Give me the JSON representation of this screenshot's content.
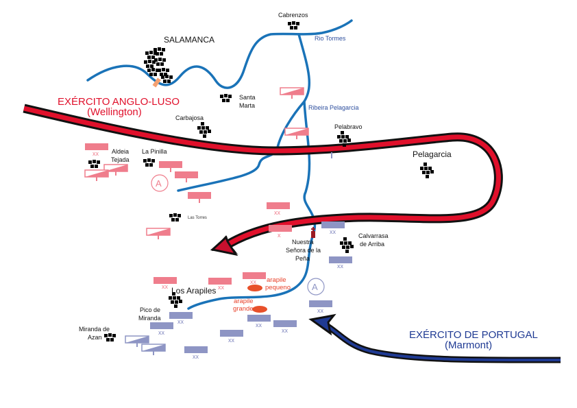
{
  "map": {
    "city": "SALAMANCA",
    "towns": {
      "cabrenzos": "Cabrenzos",
      "santa_marta_1": "Santa",
      "santa_marta_2": "Marta",
      "carbajosa": "Carbajosa",
      "pelabravo": "Pelabravo",
      "pelagarcia": "Pelagarcia",
      "aldeia_tejada_1": "Aldeia",
      "aldeia_tejada_2": "Tejada",
      "la_pinilla": "La Pinilla",
      "las_torres": "Las Torres",
      "nuestra_1": "Nuestra",
      "nuestra_2": "Señora de la",
      "nuestra_3": "Peña",
      "calvarrasa_1": "Calvarrasa",
      "calvarrasa_2": "de Arriba",
      "los_arapiles": "Los Arapiles",
      "pico_1": "Pico de",
      "pico_2": "Miranda",
      "miranda_1": "Miranda de",
      "miranda_2": "Azan"
    },
    "rivers": {
      "tormes": "Rio Tormes",
      "pelagarcia": "Ribeira Pelagarcia"
    },
    "hills": {
      "pequeno_1": "arapile",
      "pequeno_2": "pequeno",
      "grande_1": "arapile",
      "grande_2": "grande"
    },
    "armies": {
      "anglo_1": "EXÉRCITO ANGLO-LUSO",
      "anglo_2": "(Wellington)",
      "portugal_1": "EXÉRCITO DE PORTUGAL",
      "portugal_2": "(Marmont)"
    },
    "symbols": {
      "division": "xx",
      "brigade": "x",
      "artillery": "A"
    },
    "colors": {
      "river": "#1a73b8",
      "anglo_luso": "#e0102b",
      "anglo_units": "#ef7d8c",
      "french_units": "#8e95c4",
      "french_arrow": "#1f3a93",
      "towns": "#9b1b24",
      "hills": "#e8502a"
    }
  }
}
